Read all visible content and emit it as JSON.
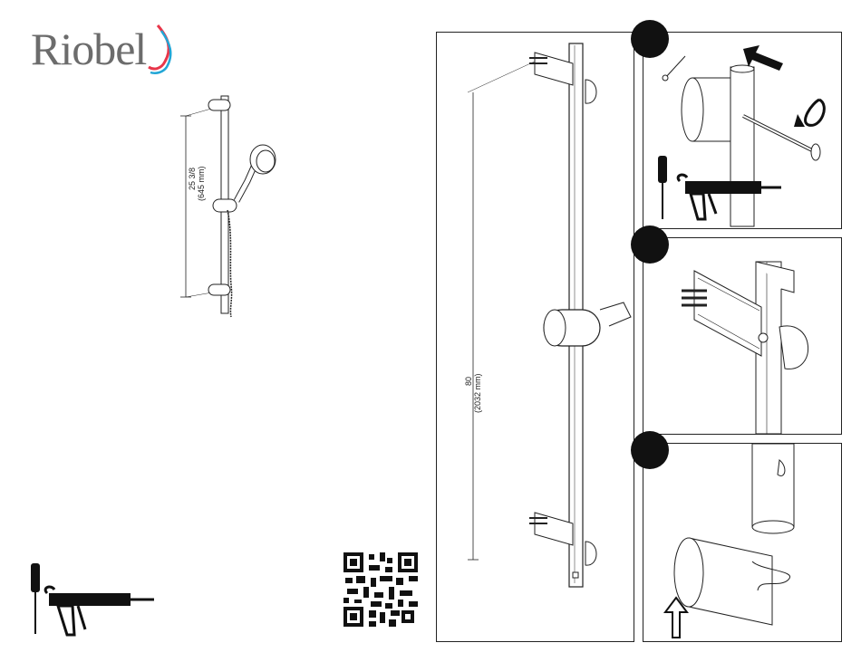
{
  "brand": {
    "name": "Riobel",
    "accent_colors": [
      "#e8364a",
      "#22a6d6",
      "#8a8a8a"
    ]
  },
  "overview": {
    "dimension_imperial": "25 3/8",
    "dimension_metric": "(645 mm)"
  },
  "main_drawing": {
    "dimension_imperial": "80",
    "dimension_metric": "(2032 mm)"
  },
  "tools": [
    "screwdriver-icon",
    "caulking-gun-icon"
  ],
  "qr": {
    "icon": "qr-code-icon"
  },
  "steps": [
    {
      "name": "step-1-wall-mount",
      "icons": [
        "screwdriver-icon",
        "caulking-gun-icon",
        "drill-arrow-icon"
      ]
    },
    {
      "name": "step-2-bracket-attach"
    },
    {
      "name": "step-3-cover-slide",
      "icons": [
        "up-arrow-icon"
      ]
    }
  ]
}
